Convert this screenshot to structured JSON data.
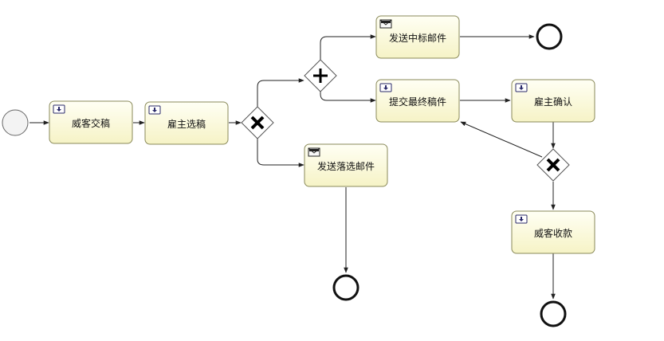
{
  "colors": {
    "task_fill_top": "#fffff4",
    "task_fill_bottom": "#f6f3c6",
    "task_stroke": "#8a8a5a",
    "line": "#222222"
  },
  "tasks": [
    {
      "id": "t1",
      "label": "威客交稿",
      "icon": "user-task-icon"
    },
    {
      "id": "t2",
      "label": "雇主选稿",
      "icon": "user-task-icon"
    },
    {
      "id": "t3",
      "label": "发送中标邮件",
      "icon": "mail-icon"
    },
    {
      "id": "t4",
      "label": "提交最终稿件",
      "icon": "user-task-icon"
    },
    {
      "id": "t5",
      "label": "雇主确认",
      "icon": "user-task-icon"
    },
    {
      "id": "t6",
      "label": "发送落选邮件",
      "icon": "mail-icon"
    },
    {
      "id": "t7",
      "label": "威客收款",
      "icon": "user-task-icon"
    }
  ],
  "gateways": [
    {
      "id": "g1",
      "kind": "exclusive",
      "icon": "x-icon"
    },
    {
      "id": "g2",
      "kind": "parallel",
      "icon": "plus-icon"
    },
    {
      "id": "g3",
      "kind": "exclusive",
      "icon": "x-icon"
    }
  ],
  "events": [
    {
      "id": "s1",
      "kind": "start"
    },
    {
      "id": "e1",
      "kind": "end"
    },
    {
      "id": "e2",
      "kind": "end"
    },
    {
      "id": "e3",
      "kind": "end"
    }
  ]
}
